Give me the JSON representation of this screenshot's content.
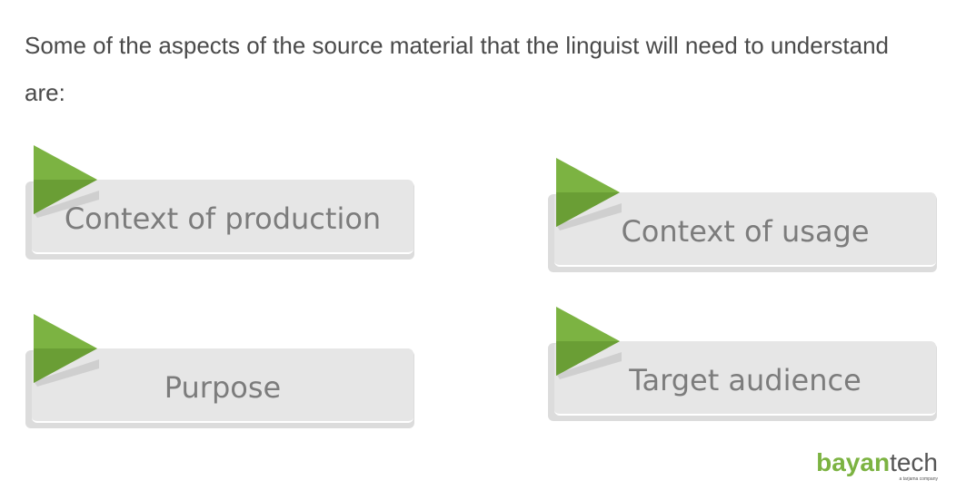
{
  "heading": "Some of the aspects of the source material that the linguist will need to understand are:",
  "cards": [
    {
      "label": "Context of production"
    },
    {
      "label": "Context of usage"
    },
    {
      "label": "Purpose"
    },
    {
      "label": "Target audience"
    }
  ],
  "logo": {
    "part1": "bayan",
    "part2": "tech",
    "tagline": "a tarjama company"
  },
  "colors": {
    "accent_green": "#7cb342",
    "accent_green_dark": "#5e8f2e",
    "card_bg": "#e6e6e6",
    "card_text": "#7c7c7c",
    "heading_text": "#4a4a4a"
  }
}
